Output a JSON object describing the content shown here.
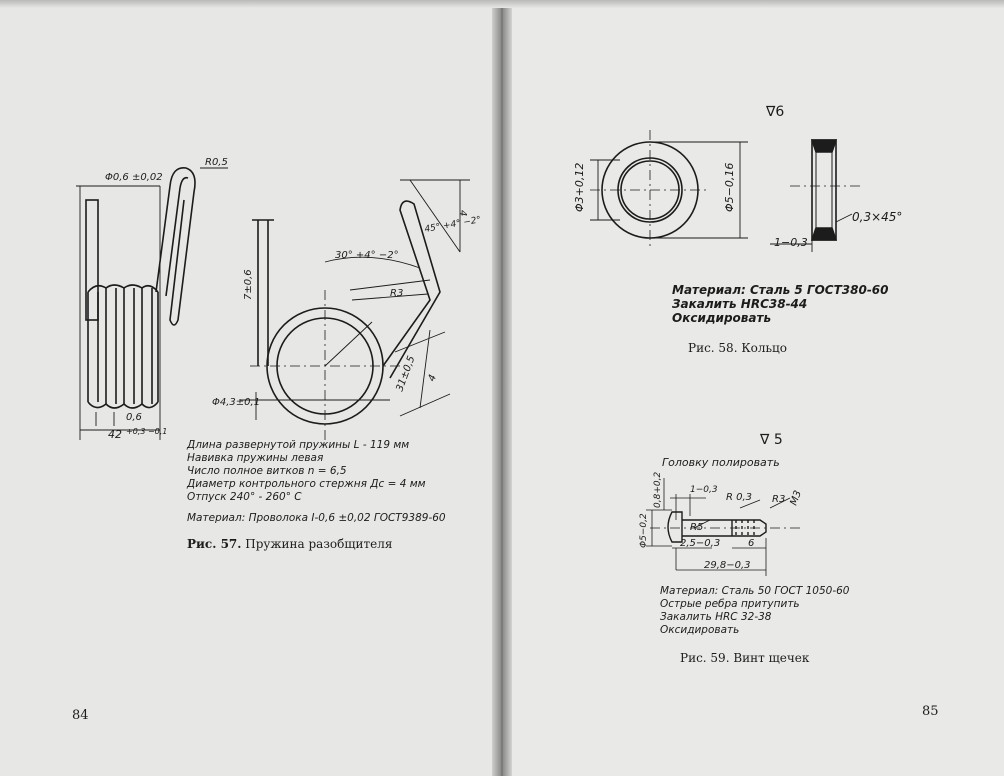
{
  "left_page": {
    "page_number": "84",
    "fig57": {
      "wire_dim": "Φ0,6 ±0,02",
      "radius": "R0,5",
      "leg_len": "7±0,6",
      "angle1": "30° +4° −2°",
      "angle2": "45° +4° −2°",
      "dim4": "4",
      "r3": "R3",
      "len31": "31±0,5",
      "dim4b": "4",
      "dia": "Φ4,3±0,1",
      "pitch": "0,6",
      "length": "42",
      "length_tol": "+0,3 −0,1",
      "spec_lines": [
        "Длина развернутой пружины  L - 119 мм",
        "Навивка пружины  левая",
        "Число полное витков  n = 6,5",
        "Диаметр контрольного стержня  Дс = 4 мм",
        "Отпуск 240° - 260° С"
      ],
      "material": "Материал: Проволока I-0,6 ±0,02 ГОСТ9389-60",
      "caption_bold": "Рис. 57.",
      "caption_text": " Пружина разобщителя"
    }
  },
  "right_page": {
    "page_number": "85",
    "fig58": {
      "roughness": "∇6",
      "dia_inner": "Φ3+0,12",
      "dia_outer": "Φ5−0,16",
      "chamfer": "0,3×45°",
      "thickness": "1−0,3",
      "notes": [
        "Материал: Сталь 5 ГОСТ380-60",
        "Закалить HRC38-44",
        "Оксидировать"
      ],
      "caption": "Рис. 58. Кольцо"
    },
    "fig59": {
      "roughness": "∇ 5",
      "polish_note": "Головку полировать",
      "dims": {
        "d1": "1−0,3",
        "r03": "R 0,3",
        "r3": "R3",
        "m3": "M3",
        "d08": "0,8+0,2",
        "d5": "Φ5−0,2",
        "r5": "R5",
        "d25": "2,5−0,3",
        "d6": "6",
        "d298": "29,8−0,3"
      },
      "notes": [
        "Материал: Сталь 50 ГОСТ 1050-60",
        "Острые ребра притупить",
        "Закалить HRC 32-38",
        "Оксидировать"
      ],
      "caption": "Рис. 59. Винт щечек"
    }
  }
}
